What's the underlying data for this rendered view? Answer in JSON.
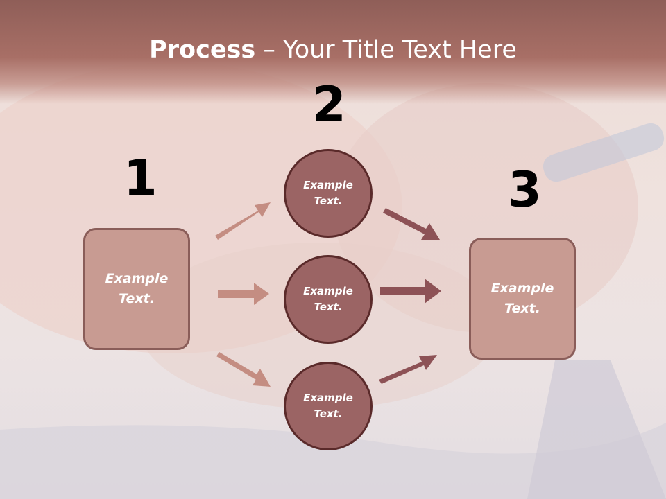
{
  "title": {
    "bold": "Process",
    "rest": " – Your Title Text Here"
  },
  "steps": {
    "one": "1",
    "two": "2",
    "three": "3"
  },
  "left_box": {
    "line1": "Example",
    "line2": "Text."
  },
  "right_box": {
    "line1": "Example",
    "line2": "Text."
  },
  "circles": [
    {
      "line1": "Example",
      "line2": "Text."
    },
    {
      "line1": "Example",
      "line2": "Text."
    },
    {
      "line1": "Example",
      "line2": "Text."
    }
  ],
  "colors": {
    "title_band": "#a86f66",
    "box_fill": "#c89b92",
    "box_border": "#8a5d59",
    "circle_fill": "#9b6464",
    "circle_border": "#5a2a2a",
    "arrow_light": "#c48d82",
    "arrow_dark": "#8d5256"
  }
}
